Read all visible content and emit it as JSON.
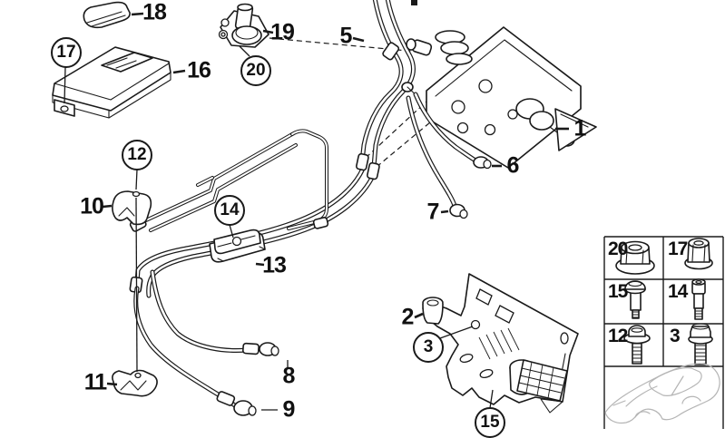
{
  "diagram_type": "vehicle-parts-exploded-diagram",
  "callouts": {
    "plain": [
      {
        "ref": "18"
      },
      {
        "ref": "16"
      },
      {
        "ref": "19"
      },
      {
        "ref": "5"
      },
      {
        "ref": "1"
      },
      {
        "ref": "6"
      },
      {
        "ref": "7"
      },
      {
        "ref": "2"
      },
      {
        "ref": "10"
      },
      {
        "ref": "13"
      },
      {
        "ref": "11"
      },
      {
        "ref": "8"
      },
      {
        "ref": "9"
      }
    ],
    "circled": [
      {
        "ref": "17"
      },
      {
        "ref": "20"
      },
      {
        "ref": "12"
      },
      {
        "ref": "14"
      },
      {
        "ref": "3"
      },
      {
        "ref": "15"
      }
    ]
  },
  "fastener_table": {
    "cells": [
      {
        "ref": "20",
        "icon": "flange-nut-icon"
      },
      {
        "ref": "17",
        "icon": "cap-nut-icon"
      },
      {
        "ref": "15",
        "icon": "shoulder-bolt-icon"
      },
      {
        "ref": "14",
        "icon": "socket-shoulder-bolt-icon"
      },
      {
        "ref": "12",
        "icon": "flange-screw-icon"
      },
      {
        "ref": "3",
        "icon": "hex-flange-bolt-icon"
      }
    ]
  },
  "colors": {
    "line": "#1a1a1a",
    "car_outline": "#b5b5b5",
    "background": "#ffffff"
  }
}
